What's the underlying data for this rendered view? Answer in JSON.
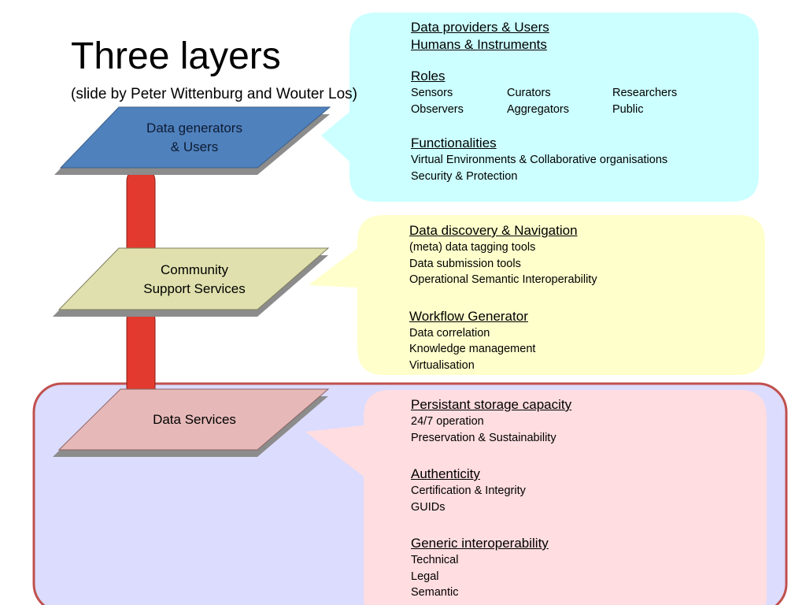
{
  "title": "Three layers",
  "subtitle": "(slide by Peter Wittenburg and Wouter Los)",
  "layers": {
    "top": {
      "line1": "Data generators",
      "line2": "& Users",
      "fill": "#4f81bd"
    },
    "middle": {
      "line1": "Community",
      "line2": "Support Services",
      "fill": "#dfe0ad"
    },
    "bottom": {
      "line1": "Data Services",
      "fill": "#e6b9b8"
    }
  },
  "colors": {
    "connector": "#e23a2e",
    "panel_top": "#ccffff",
    "panel_middle": "#ffffcc",
    "panel_bottom": "#ffdde0",
    "region_fill": "#dcdcff",
    "region_border": "#c0504d"
  },
  "panel_top": {
    "h1": "Data providers & Users",
    "h2": "Humans & Instruments",
    "roles_heading": "Roles",
    "roles": [
      [
        "Sensors",
        "Curators",
        "Researchers"
      ],
      [
        "Observers",
        "Aggregators",
        "Public"
      ]
    ],
    "functionalities_heading": "Functionalities",
    "functionalities": [
      "Virtual Environments & Collaborative organisations",
      "Security & Protection"
    ]
  },
  "panel_middle": {
    "discovery_heading": "Data discovery & Navigation",
    "discovery": [
      "(meta) data tagging tools",
      "Data submission tools",
      "Operational Semantic Interoperability"
    ],
    "workflow_heading": "Workflow Generator",
    "workflow": [
      "Data correlation",
      "Knowledge management",
      "Virtualisation"
    ]
  },
  "panel_bottom": {
    "storage_heading": "Persistant storage capacity",
    "storage": [
      "24/7 operation",
      "Preservation & Sustainability"
    ],
    "authenticity_heading": "Authenticity",
    "authenticity": [
      "Certification & Integrity",
      "GUIDs"
    ],
    "interop_heading": "Generic interoperability",
    "interop": [
      "Technical",
      "Legal",
      "Semantic"
    ]
  }
}
